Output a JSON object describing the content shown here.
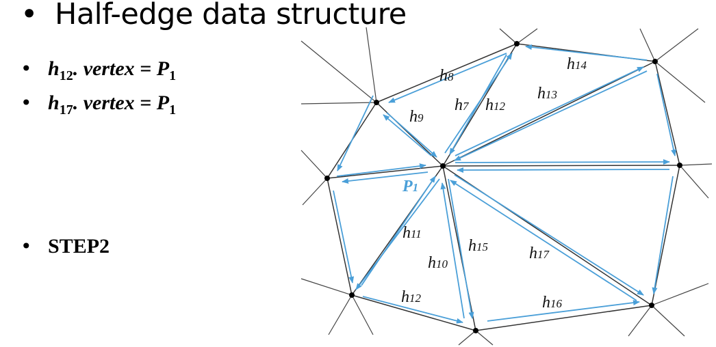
{
  "title": "Half-edge data structure",
  "bullets": {
    "line1": {
      "var": "h",
      "sub": "12",
      "rest": ". vertex = ",
      "var2": "P",
      "sub2": "1"
    },
    "line2": {
      "var": "h",
      "sub": "17",
      "rest": ". vertex = ",
      "var2": "P",
      "sub2": "1"
    },
    "step": "STEP2"
  },
  "bullet_glyph": "•",
  "diagram": {
    "center_label": "P1",
    "edge_labels": [
      "h8",
      "h9",
      "h7",
      "h12",
      "h13",
      "h14",
      "h11",
      "h10",
      "h15",
      "h17",
      "h12",
      "h16"
    ],
    "colors": {
      "half_edge": "#4a9fd8",
      "edge": "#333333",
      "vertex": "#000000"
    }
  }
}
